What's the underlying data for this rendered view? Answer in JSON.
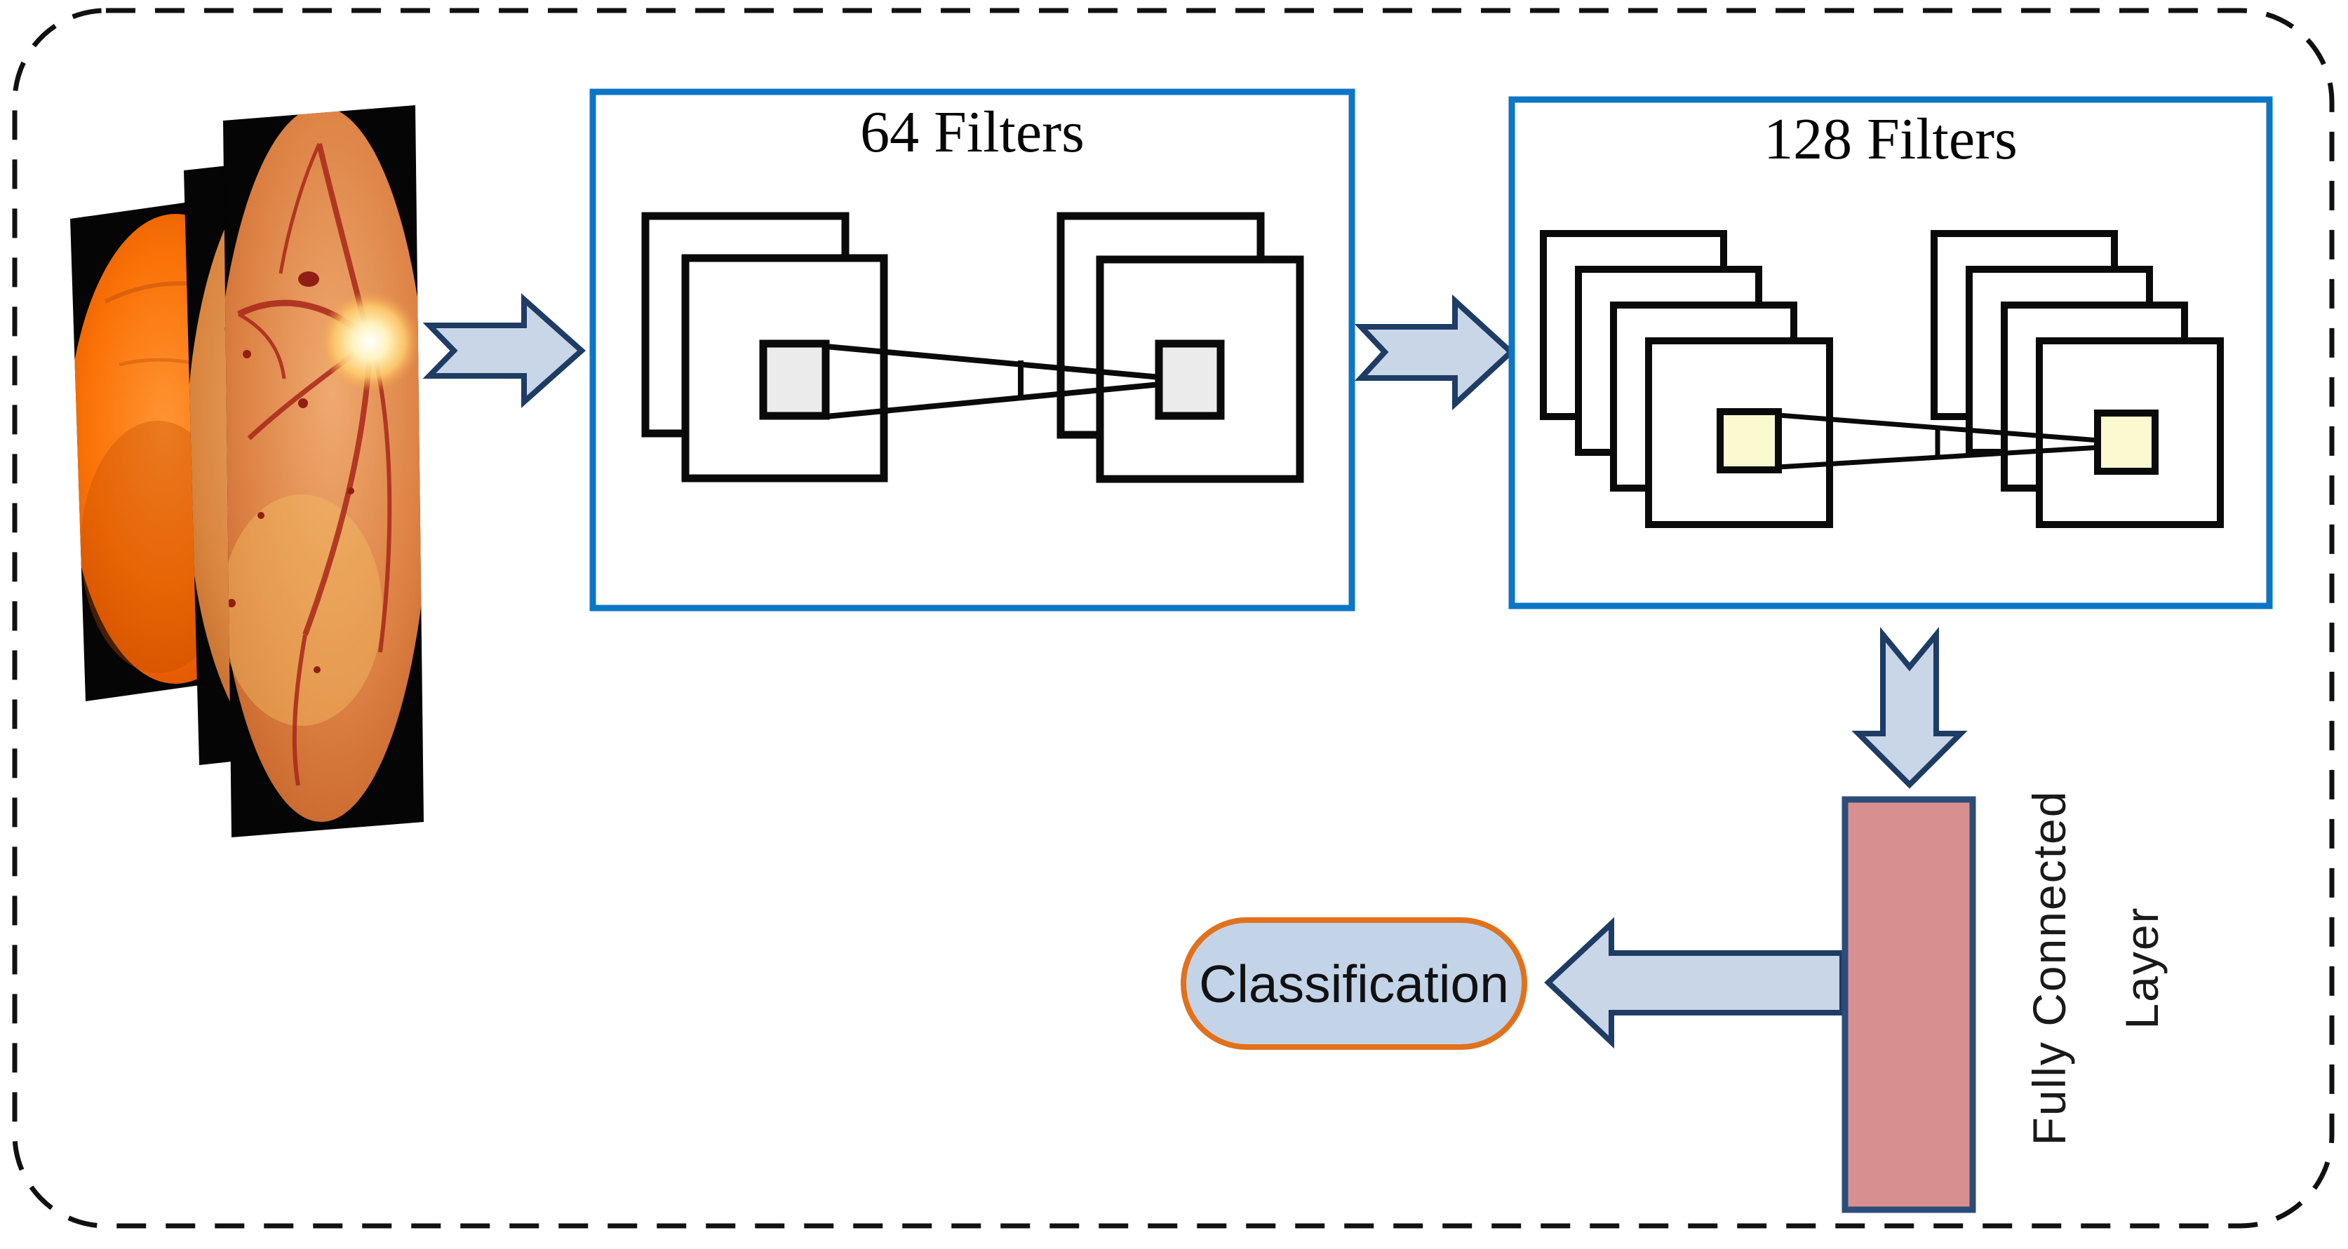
{
  "figure": {
    "conv1_title": "64 Filters",
    "conv2_title": "128 Filters",
    "fc_label_line1": "Fully Connected",
    "fc_label_line2": "Layer",
    "classification_label": "Classification",
    "input_image_count": 3,
    "conv1_feature_map_count": 2,
    "conv2_feature_map_count": 4,
    "colors": {
      "conv_box_border": "#0d75c5",
      "arrow_fill": "#c9d6e8",
      "arrow_border": "#1e3c64",
      "fc_bar_fill": "#d88f90",
      "fc_bar_border": "#2d4d78",
      "classification_fill": "#c4d4e8",
      "classification_border": "#e1711c",
      "kernel_patch_gray": "#ebebeb",
      "kernel_patch_yellow": "#fbf9d0",
      "dashed_border": "#111111"
    }
  }
}
